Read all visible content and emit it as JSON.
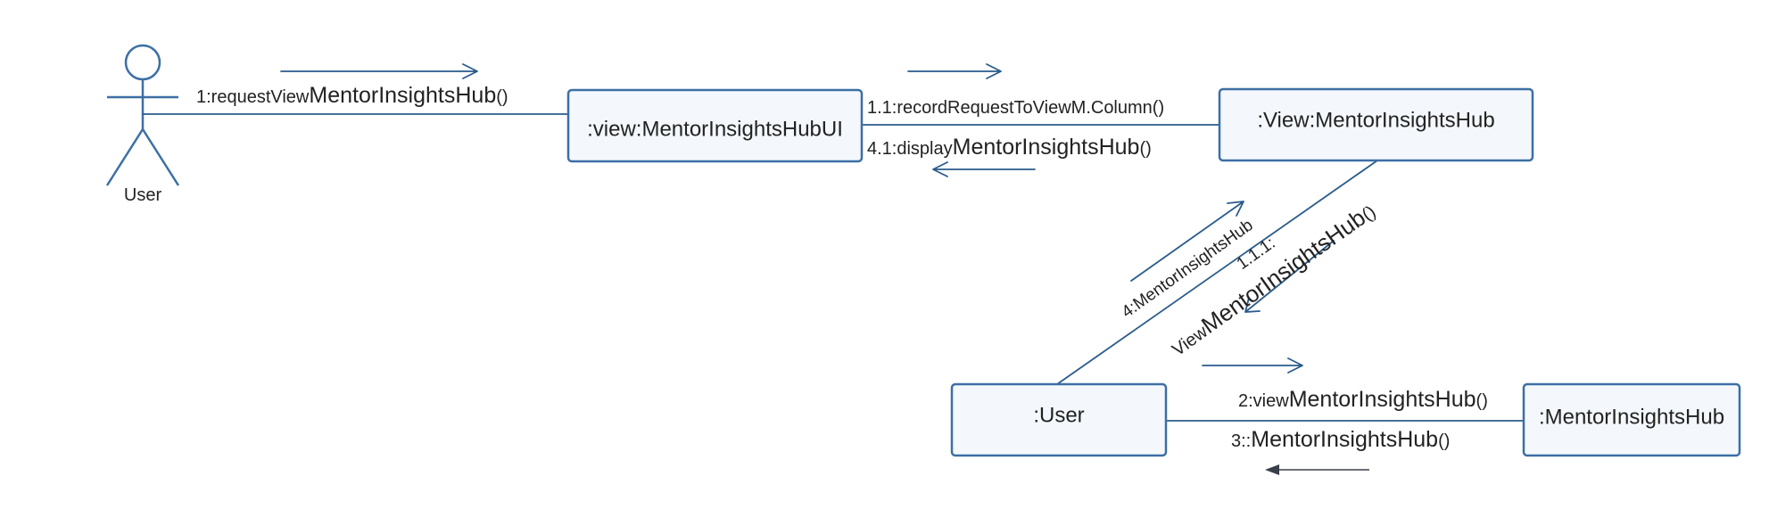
{
  "actor": {
    "name": "User"
  },
  "objects": {
    "ui": ":view:MentorInsightsHubUI",
    "view": ":View:MentorInsightsHub",
    "user": ":User",
    "hub": ":MentorInsightsHub"
  },
  "messages": {
    "m1": {
      "prefix": "1:requestView",
      "name": "MentorInsightsHub",
      "suffix": "()"
    },
    "m1_1": {
      "text": "1.1:recordRequestToViewM.Column()"
    },
    "m4_1": {
      "prefix": "4.1:display",
      "name": "MentorInsightsHub",
      "suffix": "()"
    },
    "m4": {
      "text": "4:MentorInsightsHub"
    },
    "m1_1_1": {
      "prefix": "1.1.1:",
      "name_prefix": "View",
      "name": "MentorInsightsHub",
      "suffix": "()"
    },
    "m2": {
      "prefix": "2:view",
      "name": "MentorInsightsHub",
      "suffix": "()"
    },
    "m3": {
      "prefix": "3::",
      "name": "MentorInsightsHub",
      "suffix": "()"
    }
  },
  "colors": {
    "box_fill": "#f4f8fc",
    "box_stroke": "#3c6fa5",
    "line": "#2a5b8c",
    "text": "#222222"
  }
}
